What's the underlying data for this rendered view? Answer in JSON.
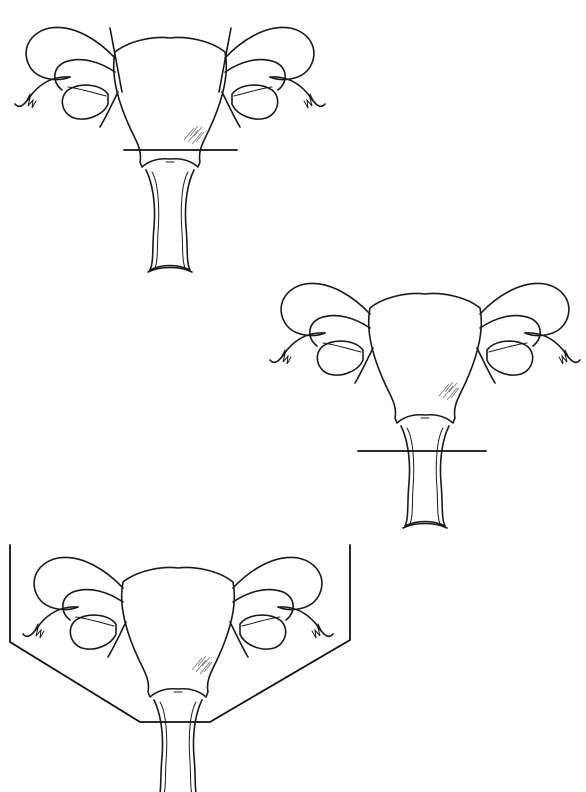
{
  "figure": {
    "panels": [
      {
        "id": "upper",
        "cut_type": "horizontal-line-at-isthmus"
      },
      {
        "id": "middle",
        "cut_type": "horizontal-line-at-upper-cervix"
      },
      {
        "id": "lower",
        "cut_type": "wide-excision-outline-including-parametria"
      }
    ],
    "colors": {
      "line": "#1a1a1a",
      "background": "#ffffff",
      "lesion": "#7a7a7a"
    }
  }
}
